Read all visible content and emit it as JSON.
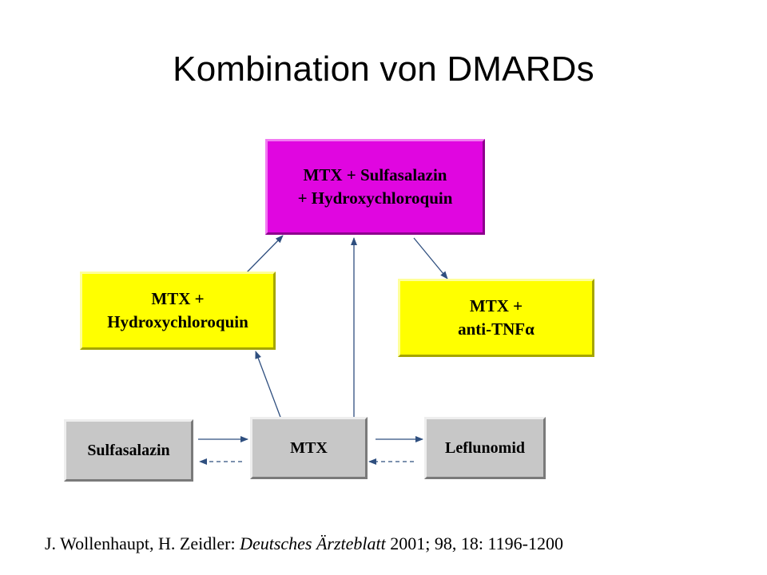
{
  "slide": {
    "title": "Kombination von DMARDs"
  },
  "nodes": {
    "triple": {
      "line1": "MTX + Sulfasalazin",
      "line2": "+ Hydroxychloroquin",
      "color": "#e006e0"
    },
    "mtx_hcq": {
      "line1": "MTX +",
      "line2": "Hydroxychloroquin",
      "color": "#ffff00"
    },
    "mtx_tnf": {
      "line1": "MTX +",
      "line2": "anti-TNFα",
      "color": "#ffff00"
    },
    "sulfasalazin": {
      "label": "Sulfasalazin",
      "color": "#c7c7c7"
    },
    "mtx": {
      "label": "MTX",
      "color": "#c7c7c7"
    },
    "leflunomid": {
      "label": "Leflunomid",
      "color": "#c7c7c7"
    }
  },
  "edges": [
    {
      "from": "mtx",
      "to": "mtx_hcq",
      "style": "solid"
    },
    {
      "from": "mtx",
      "to": "triple",
      "style": "solid"
    },
    {
      "from": "mtx_hcq",
      "to": "triple",
      "style": "solid"
    },
    {
      "from": "triple",
      "to": "mtx_tnf",
      "style": "solid"
    },
    {
      "from": "sulfasalazin",
      "to": "mtx",
      "style": "solid"
    },
    {
      "from": "mtx",
      "to": "sulfasalazin",
      "style": "dashed"
    },
    {
      "from": "mtx",
      "to": "leflunomid",
      "style": "solid"
    },
    {
      "from": "leflunomid",
      "to": "mtx",
      "style": "dashed"
    }
  ],
  "arrow_color": "#2f4f7f",
  "citation": {
    "authors": "J. Wollenhaupt, H. Zeidler:",
    "journal": "Deutsches Ärzteblatt",
    "details": "2001; 98, 18: 1196-1200"
  }
}
